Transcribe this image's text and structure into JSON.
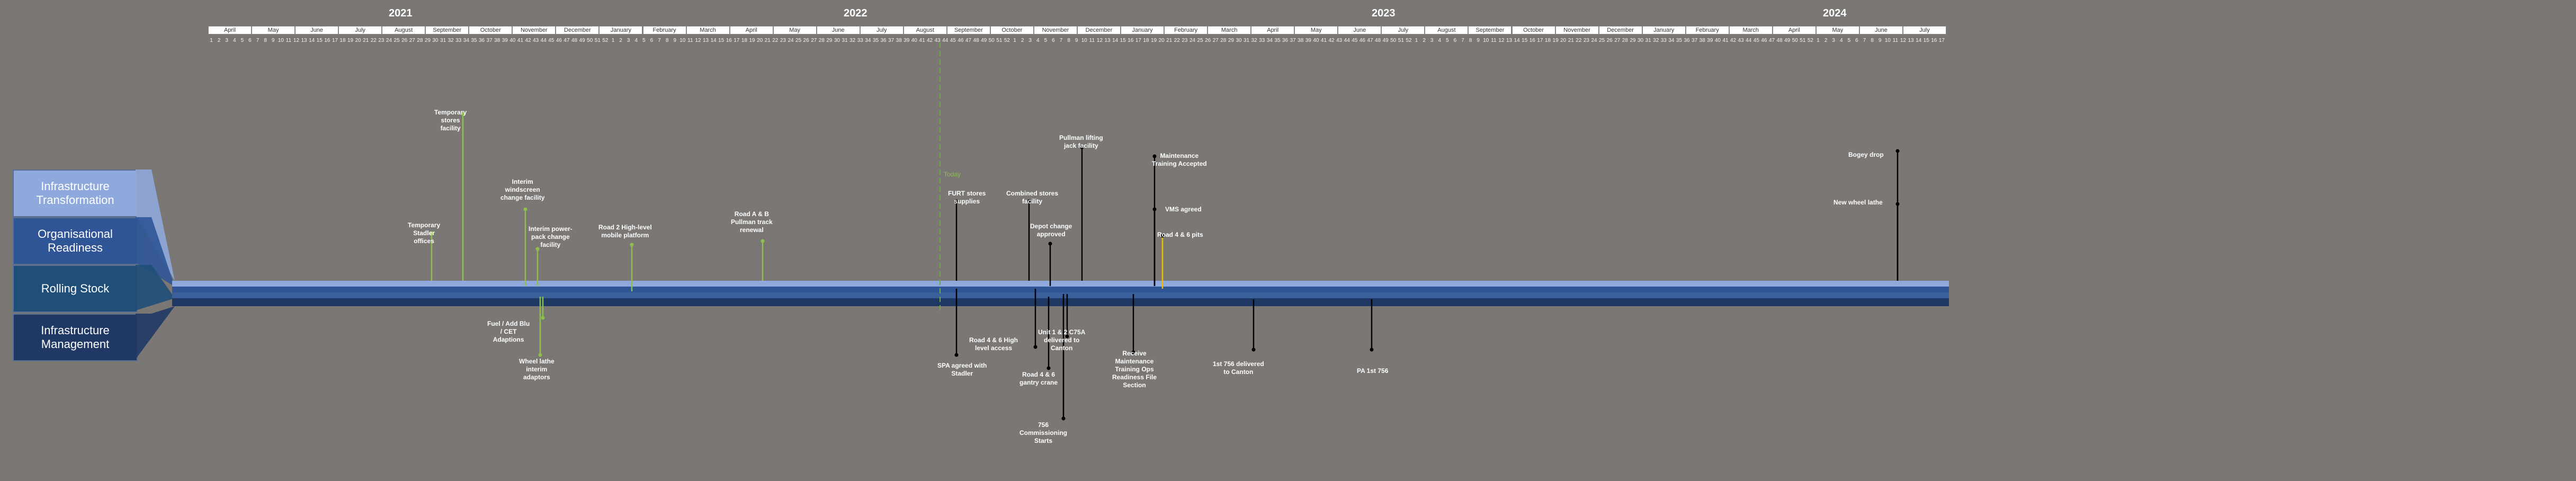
{
  "years": [
    {
      "label": "2021"
    },
    {
      "label": "2022"
    },
    {
      "label": "2023"
    },
    {
      "label": "2024"
    }
  ],
  "months": [
    "April",
    "May",
    "June",
    "July",
    "August",
    "September",
    "October",
    "November",
    "December",
    "January",
    "February",
    "March",
    "April",
    "May",
    "June",
    "July",
    "August",
    "September",
    "October",
    "November",
    "December",
    "January",
    "February",
    "March",
    "April",
    "May",
    "June",
    "July",
    "August",
    "September",
    "October",
    "November",
    "December",
    "January",
    "February",
    "March",
    "April",
    "May",
    "June",
    "July"
  ],
  "week_numbers": [
    1,
    2,
    3,
    4,
    5,
    6,
    7,
    8,
    9,
    10,
    11,
    12,
    13,
    14,
    15,
    16,
    17,
    18,
    19,
    20,
    21,
    22,
    23,
    24,
    25,
    26,
    27,
    28,
    29,
    30,
    31,
    32,
    33,
    34,
    35,
    36,
    37,
    38,
    39,
    40,
    41,
    42,
    43,
    44,
    45,
    46,
    47,
    48,
    49,
    50,
    51,
    52,
    1,
    2,
    3,
    4,
    5,
    6,
    7,
    8,
    9,
    10,
    11,
    12,
    13,
    14,
    15,
    16,
    17,
    18,
    19,
    20,
    21,
    22,
    23,
    24,
    25,
    26,
    27,
    28,
    29,
    30,
    31,
    32,
    33,
    34,
    35,
    36,
    37,
    38,
    39,
    40,
    41,
    42,
    43,
    44,
    45,
    46,
    47,
    48,
    49,
    50,
    51,
    52,
    1,
    2,
    3,
    4,
    5,
    6,
    7,
    8,
    9,
    10,
    11,
    12,
    13,
    14,
    15,
    16,
    17,
    18,
    19,
    20,
    21,
    22,
    23,
    24,
    25,
    26,
    27,
    28,
    29,
    30,
    31,
    32,
    33,
    34,
    35,
    36,
    37,
    38,
    39,
    40,
    41,
    42,
    43,
    44,
    45,
    46,
    47,
    48,
    49,
    50,
    51,
    52,
    1,
    2,
    3,
    4,
    5,
    6,
    7,
    8,
    9,
    10,
    11,
    12,
    13,
    14,
    15,
    16,
    17,
    18,
    19,
    20,
    21,
    22,
    23,
    24,
    25,
    26,
    27,
    28,
    29,
    30,
    31,
    32,
    33,
    34,
    35,
    36,
    37,
    38,
    39,
    40,
    41,
    42,
    43,
    44,
    45,
    46,
    47,
    48,
    49,
    50,
    51,
    52,
    1,
    2,
    3,
    4,
    5,
    6,
    7,
    8,
    9,
    10,
    11,
    12,
    13,
    14,
    15,
    16,
    17
  ],
  "categories": [
    {
      "label": "Infrastructure\nTransformation",
      "color": "#8fa9dc"
    },
    {
      "label": "Organisational\nReadiness",
      "color": "#2f5597"
    },
    {
      "label": "Rolling Stock",
      "color": "#1f4e79"
    },
    {
      "label": "Infrastructure\nManagement",
      "color": "#203864"
    }
  ],
  "today_label": "Today",
  "milestones": [
    {
      "label": "Temporary\nstores\nfacility",
      "color": "#8fbf4f"
    },
    {
      "label": "Temporary\nStadler\noffices",
      "color": "#8fbf4f"
    },
    {
      "label": "Interim\nwindscreen\nchange facility",
      "color": "#8fbf4f"
    },
    {
      "label": "Interim power-\npack change\nfacility",
      "color": "#8fbf4f"
    },
    {
      "label": "Road 2 High-level\nmobile platform",
      "color": "#8fbf4f"
    },
    {
      "label": "Road A & B\nPullman track\nrenewal",
      "color": "#8fbf4f"
    },
    {
      "label": "Fuel / Add Blu\n/ CET\nAdaptions",
      "color": "#8fbf4f"
    },
    {
      "label": "Wheel lathe\ninterim\nadaptors",
      "color": "#8fbf4f"
    },
    {
      "label": "FURT stores\nsupplies",
      "color": "#000000"
    },
    {
      "label": "SPA agreed with\nStadler",
      "color": "#000000"
    },
    {
      "label": "Combined stores\nfacility",
      "color": "#000000"
    },
    {
      "label": "Depot change\napproved",
      "color": "#000000"
    },
    {
      "label": "Pullman lifting\njack facility",
      "color": "#000000"
    },
    {
      "label": "Road 4 & 6 High\nlevel access",
      "color": "#000000"
    },
    {
      "label": "Road 4 & 6\ngantry crane",
      "color": "#000000"
    },
    {
      "label": "Unit 1 & 2 C75A\ndelivered to\nCanton",
      "color": "#000000"
    },
    {
      "label": "756\nCommissioning\nStarts",
      "color": "#000000"
    },
    {
      "label": "Receive\nMaintenance\nTraining Ops\nReadiness File\nSection",
      "color": "#000000"
    },
    {
      "label": "Maintenance\nTraining Accepted",
      "color": "#000000"
    },
    {
      "label": "VMS agreed",
      "color": "#000000"
    },
    {
      "label": "Road 4 & 6 pits",
      "color": "#f0c000"
    },
    {
      "label": "1st 756 delivered\nto Canton",
      "color": "#000000"
    },
    {
      "label": "PA 1st 756",
      "color": "#000000"
    },
    {
      "label": "Bogey drop",
      "color": "#000000"
    },
    {
      "label": "New wheel lathe",
      "color": "#000000"
    }
  ]
}
